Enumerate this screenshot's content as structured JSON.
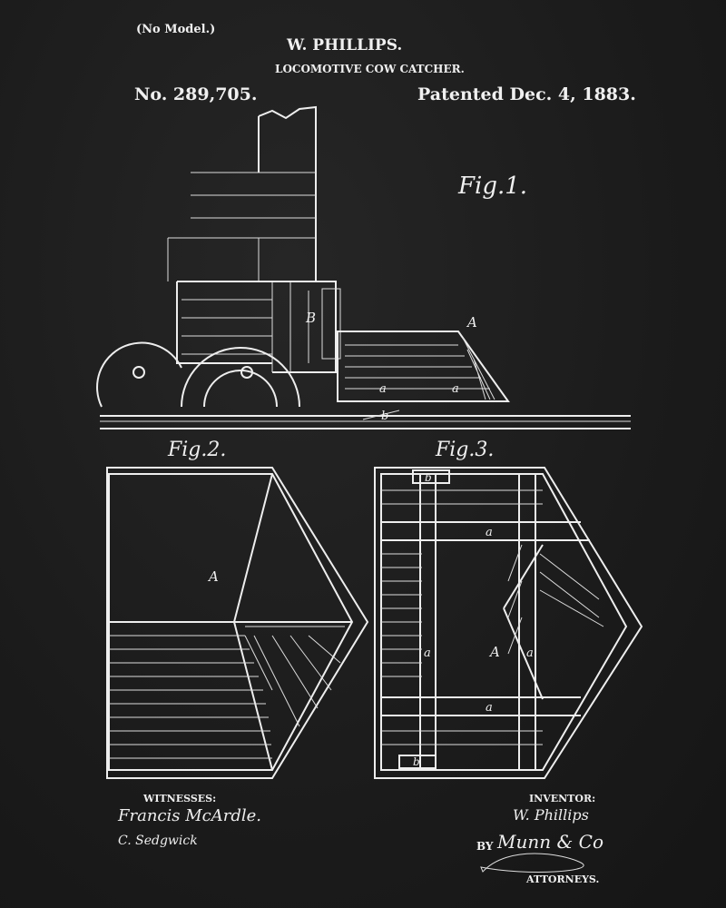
{
  "header": {
    "model_note": "(No Model.)",
    "inventor_name": "W. PHILLIPS.",
    "title": "LOCOMOTIVE COW CATCHER.",
    "patent_number": "No. 289,705.",
    "patent_date": "Patented Dec. 4, 1883."
  },
  "figures": {
    "fig1": {
      "label": "Fig.1.",
      "part_A": "A",
      "part_B": "B",
      "part_a1": "a",
      "part_a2": "a",
      "part_b": "b"
    },
    "fig2": {
      "label": "Fig.2.",
      "part_A": "A"
    },
    "fig3": {
      "label": "Fig.3.",
      "part_A": "A",
      "part_a_top": "a",
      "part_a_bottom": "a",
      "part_a_left": "a",
      "part_a_right": "a",
      "part_b_top": "b",
      "part_b_bottom": "b"
    }
  },
  "footer": {
    "witnesses_label": "WITNESSES:",
    "witness1": "Francis McArdle.",
    "witness2": "C. Sedgwick",
    "inventor_label": "INVENTOR:",
    "inventor_signature": "W. Phillips",
    "by_label": "BY",
    "attorney_signature": "Munn & Co",
    "attorneys_label": "ATTORNEYS."
  }
}
